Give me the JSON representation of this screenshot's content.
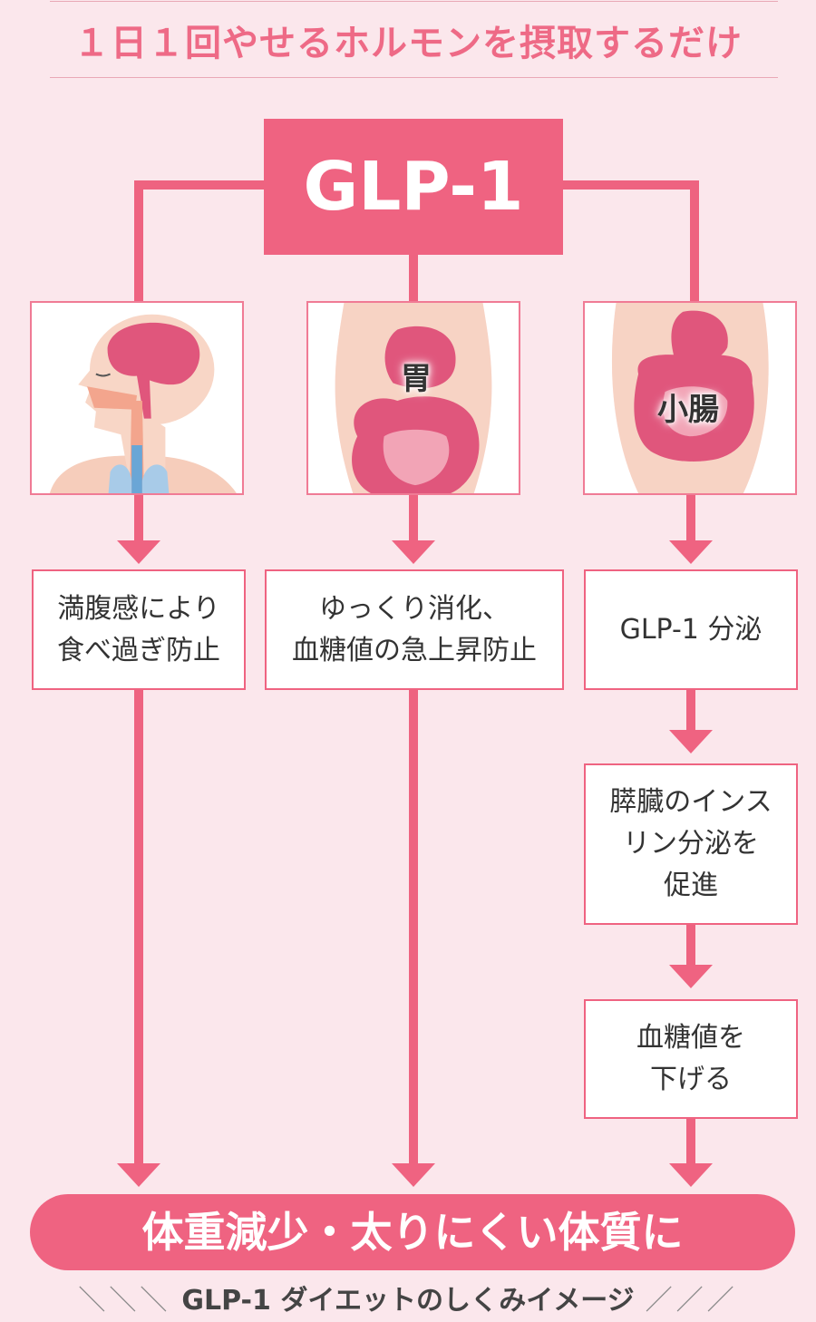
{
  "header": {
    "title": "１日１回やせるホルモンを摂取するだけ"
  },
  "hub": {
    "label": "GLP-1"
  },
  "organs": {
    "brain": {
      "label": ""
    },
    "stomach": {
      "label": "胃"
    },
    "intestine": {
      "label": "小腸"
    }
  },
  "effects": {
    "brain": "満腹感により\n食べ過ぎ防止",
    "stomach": "ゆっくり消化、\n血糖値の急上昇防止",
    "intestine_1": "GLP-1 分泌",
    "intestine_2": "膵臓のインス\nリン分泌を\n促進",
    "intestine_3": "血糖値を\n下げる"
  },
  "result": {
    "label": "体重減少・太りにくい体質に"
  },
  "caption": {
    "left_decor": "＼＼＼",
    "text": "GLP-1 ダイエットのしくみイメージ",
    "right_decor": "／／／"
  },
  "colors": {
    "accent": "#ef6381",
    "background": "#fbe7ec",
    "organ_pink": "#e0567c"
  }
}
